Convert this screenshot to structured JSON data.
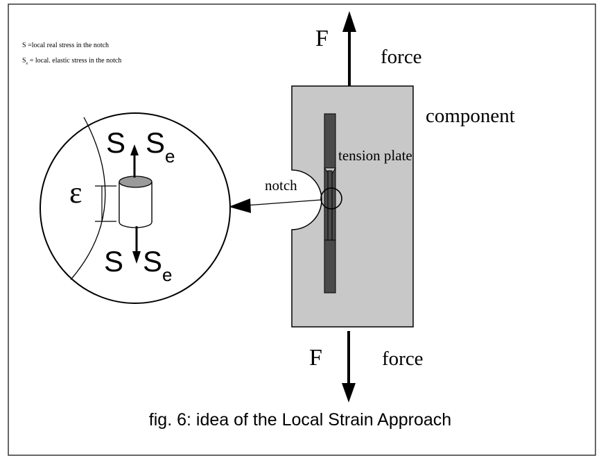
{
  "legend": {
    "s_line_symbol": "S",
    "s_line_text": " =local real stress in the notch",
    "se_line_symbol": "S",
    "se_line_sub": "e",
    "se_line_text": " = local. elastic stress in the notch"
  },
  "labels": {
    "force_top_symbol": "F",
    "force_top_word": "force",
    "force_bottom_symbol": "F",
    "force_bottom_word": "force",
    "component": "component",
    "tension_plate": "tension plate",
    "notch": "notch",
    "epsilon": "ε",
    "detail_s_top": "S",
    "detail_se_top": "S",
    "detail_se_top_sub": "e",
    "detail_s_bottom": "S",
    "detail_se_bottom": "S",
    "detail_se_bottom_sub": "e"
  },
  "caption": "fig. 6: idea of the Local Strain Approach",
  "colors": {
    "component_fill": "#c8c8c8",
    "plate_fill": "#4a4a4a",
    "line": "#000000",
    "frame": "#333333"
  }
}
